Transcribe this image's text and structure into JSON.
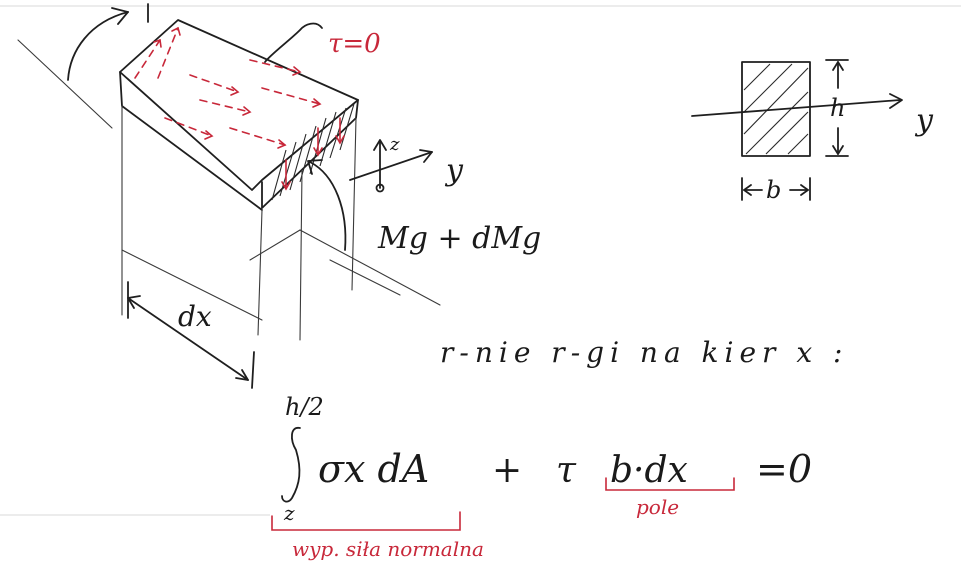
{
  "labels": {
    "tau_zero": "τ=0",
    "axis_z": "z",
    "axis_y": "y",
    "moment": "Mg + dMg",
    "dx": "dx",
    "section_h": "h",
    "section_y": "y",
    "section_b": "b"
  },
  "equation": {
    "heading": "r-nie r-gi na kier x :",
    "upper_limit": "h/2",
    "lower_limit": "z",
    "integrand": "σx dA",
    "plus": "+",
    "tau": "τ",
    "area_term": "b·dx",
    "equals": "=0",
    "area_label": "pole",
    "integral_label": "wyp. siła normalna"
  },
  "colors": {
    "ink": "#1f1f1f",
    "red": "#c8283a"
  }
}
